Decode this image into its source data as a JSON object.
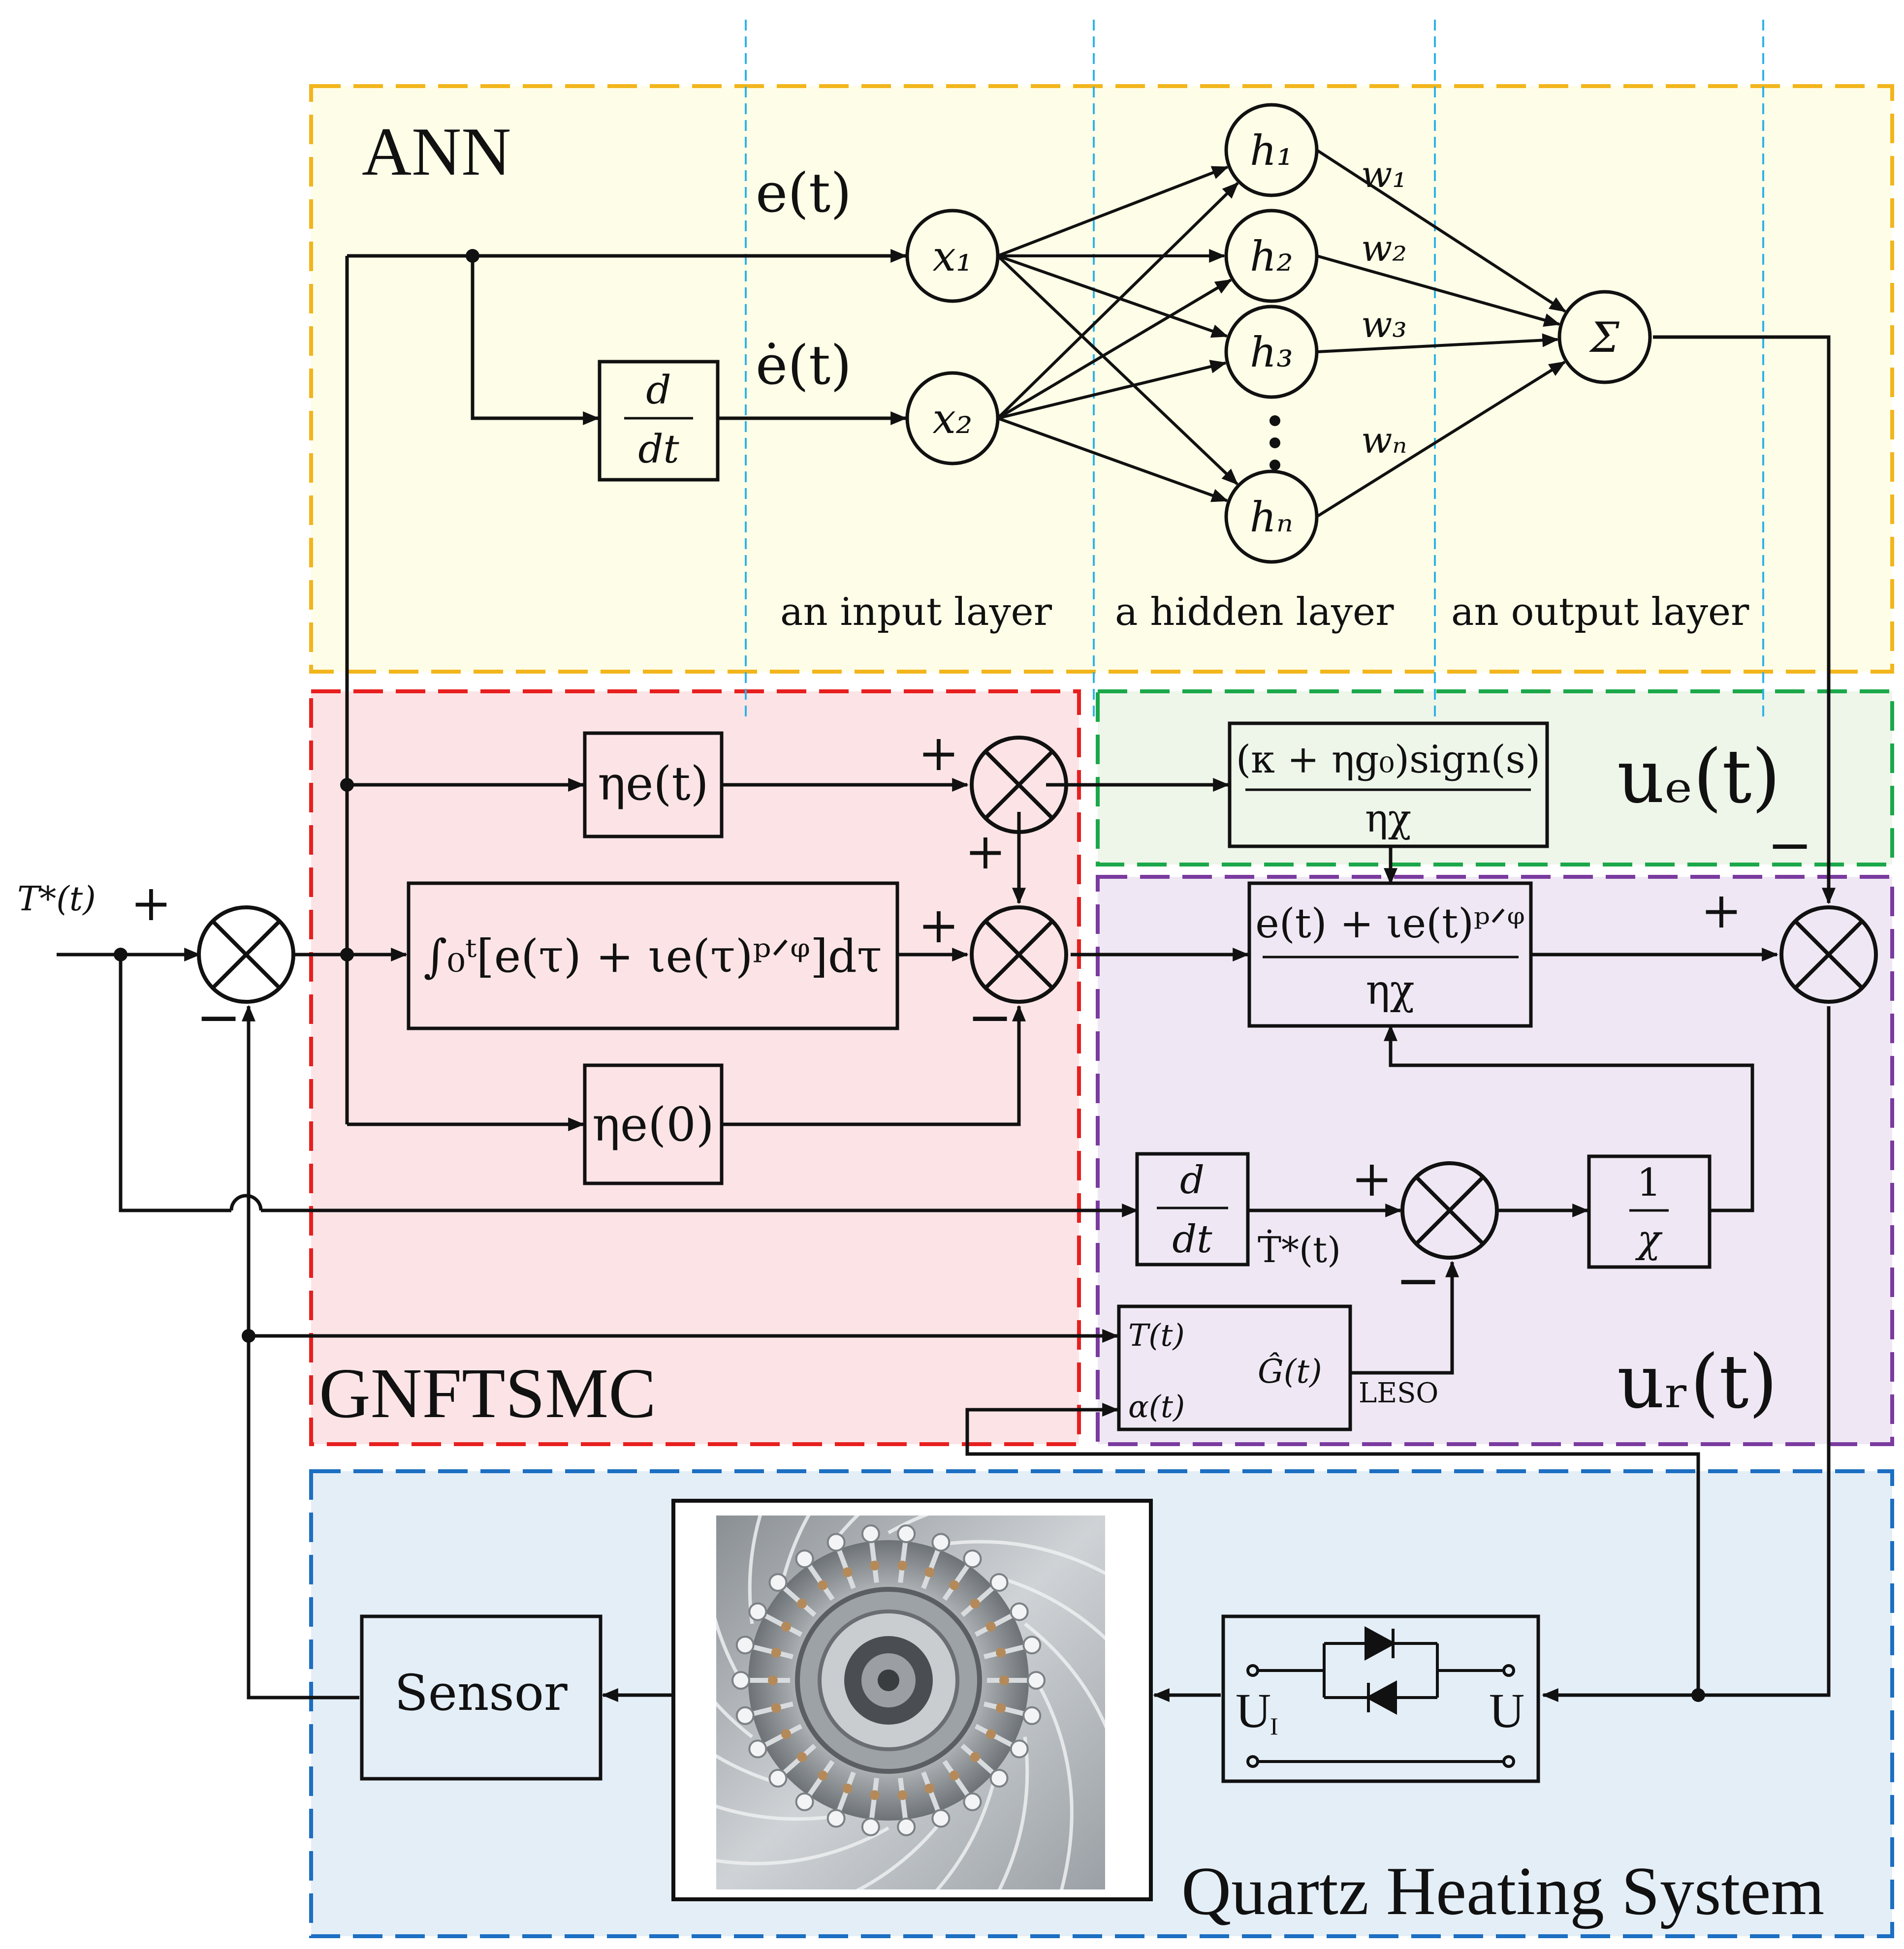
{
  "colors": {
    "ann_border": "#F2B51C",
    "ann_fill": "#FEFDE7",
    "gnftsmc_border": "#E81F1F",
    "gnftsmc_fill": "#FCE4E6",
    "ue_border": "#1BA84A",
    "ue_fill": "#EEF5E9",
    "ur_border": "#7A3B9F",
    "ur_fill": "#EFE8F4",
    "quartz_border": "#1C6FC2",
    "quartz_fill": "#E4EEF7",
    "guide_line": "#2FB3E6",
    "line": "#111111"
  },
  "regions": {
    "ann": "ANN",
    "gnftsmc": "GNFTSMC",
    "ue": "uₑ(t)",
    "ur": "uᵣ(t)",
    "quartz": "Quartz Heating System"
  },
  "layers": {
    "input": "an input layer",
    "hidden": "a hidden layer",
    "output": "an output layer"
  },
  "signals": {
    "setpoint": "T*(t)",
    "e": "e(t)",
    "edot": "ė(t)",
    "tstar_dot": "Ṫ*(t)"
  },
  "neurons": {
    "inputs": [
      "x₁",
      "x₂"
    ],
    "hidden": [
      "h₁",
      "h₂",
      "h₃",
      "hₙ"
    ],
    "weights": [
      "w₁",
      "w₂",
      "w₃",
      "wₙ"
    ],
    "sum": "Σ",
    "ellipsis": "•\n•\n•"
  },
  "blocks": {
    "deriv_num": "d",
    "deriv_den": "dt",
    "eta_e": "ηe(t)",
    "integral": "∫₀ᵗ[e(τ) + ιe(τ)ᵖᐟᵠ]dτ",
    "eta_e0": "ηe(0)",
    "ue_num": "(κ + ηg₀)sign(s)",
    "ue_den": "ηχ",
    "ur_num": "e(t) + ιe(t)ᵖᐟᵠ",
    "ur_den": "ηχ",
    "inv_num": "1",
    "inv_den": "χ",
    "leso_in1": "T(t)",
    "leso_in2": "α(t)",
    "leso_out": "Ĝ(t)",
    "leso_name": "LESO",
    "sensor": "Sensor",
    "thyristor_in": "U",
    "thyristor_in_sub": "I",
    "thyristor_out": "U"
  },
  "signs": {
    "plus": "+",
    "minus": "−"
  }
}
